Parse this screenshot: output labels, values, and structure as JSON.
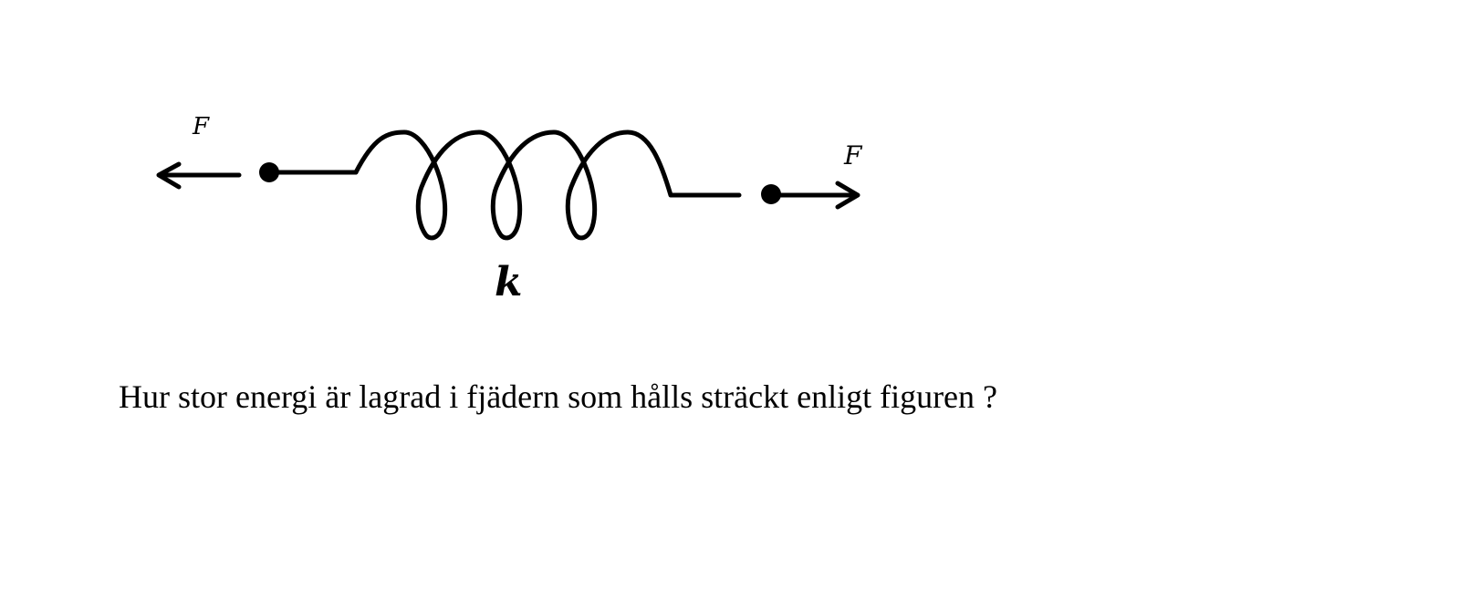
{
  "diagram": {
    "force_left_label": "F",
    "force_right_label": "F",
    "spring_label": "k"
  },
  "question": "Hur stor energi är lagrad i fjädern som hålls sträckt enligt figuren ?"
}
